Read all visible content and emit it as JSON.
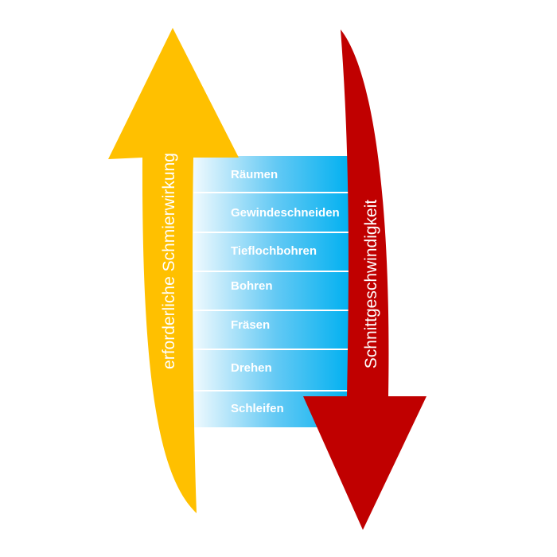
{
  "diagram": {
    "up_arrow": {
      "label": "erforderliche Schmierwirkung",
      "color": "#FFC000"
    },
    "down_arrow": {
      "label": "Schnittgeschwindigkeit",
      "color": "#C00000"
    },
    "stack": {
      "gradient_start": "#FFFFFF",
      "gradient_end": "#00B0F0",
      "items": [
        "Räumen",
        "Gewindeschneiden",
        "Tieflochbohren",
        "Bohren",
        "Fräsen",
        "Drehen",
        "Schleifen"
      ]
    }
  }
}
